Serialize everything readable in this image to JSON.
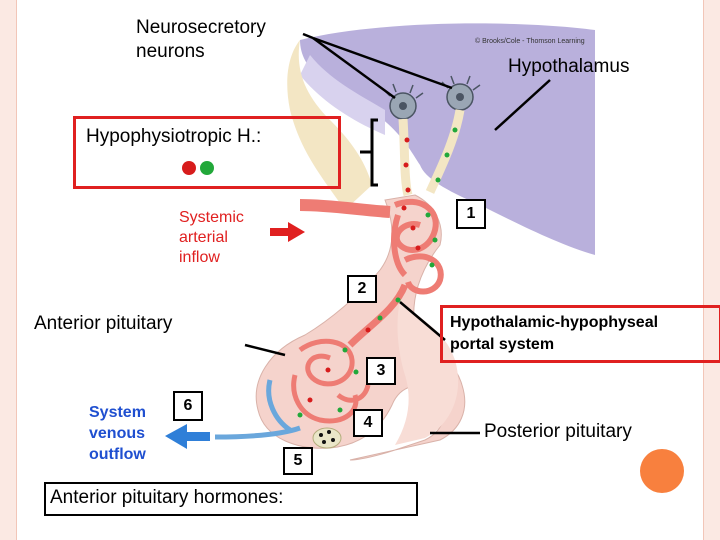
{
  "labels": {
    "neurosecretory_line1": "Neurosecretory",
    "neurosecretory_line2": "neurons",
    "credit": "© Brooks/Cole - Thomson Learning",
    "hypothalamus": "Hypothalamus",
    "hypophysiotropic": "Hypophysiotropic H.:",
    "systemic_line1": "Systemic",
    "systemic_line2": "arterial",
    "systemic_line3": "inflow",
    "anterior_pituitary": "Anterior pituitary",
    "portal_line1": "Hypothalamic-hypophyseal",
    "portal_line2": "portal system",
    "venous_line1": "System",
    "venous_line2": "venous",
    "venous_line3": "outflow",
    "posterior_pituitary": "Posterior pituitary",
    "anterior_hormones": "Anterior pituitary hormones:"
  },
  "step_numbers": [
    "1",
    "2",
    "3",
    "4",
    "5",
    "6"
  ],
  "colors": {
    "hypothalamus": "#b9b0dc",
    "pituitary": "#f5d3cc",
    "artery": "#ee7c74",
    "vein": "#6aa7dc",
    "hormone_red": "#d71c1c",
    "hormone_green": "#22a83a",
    "accent_red": "#e02020",
    "accent_blue": "#2f7fd8",
    "orange_circle": "#f8803e"
  }
}
